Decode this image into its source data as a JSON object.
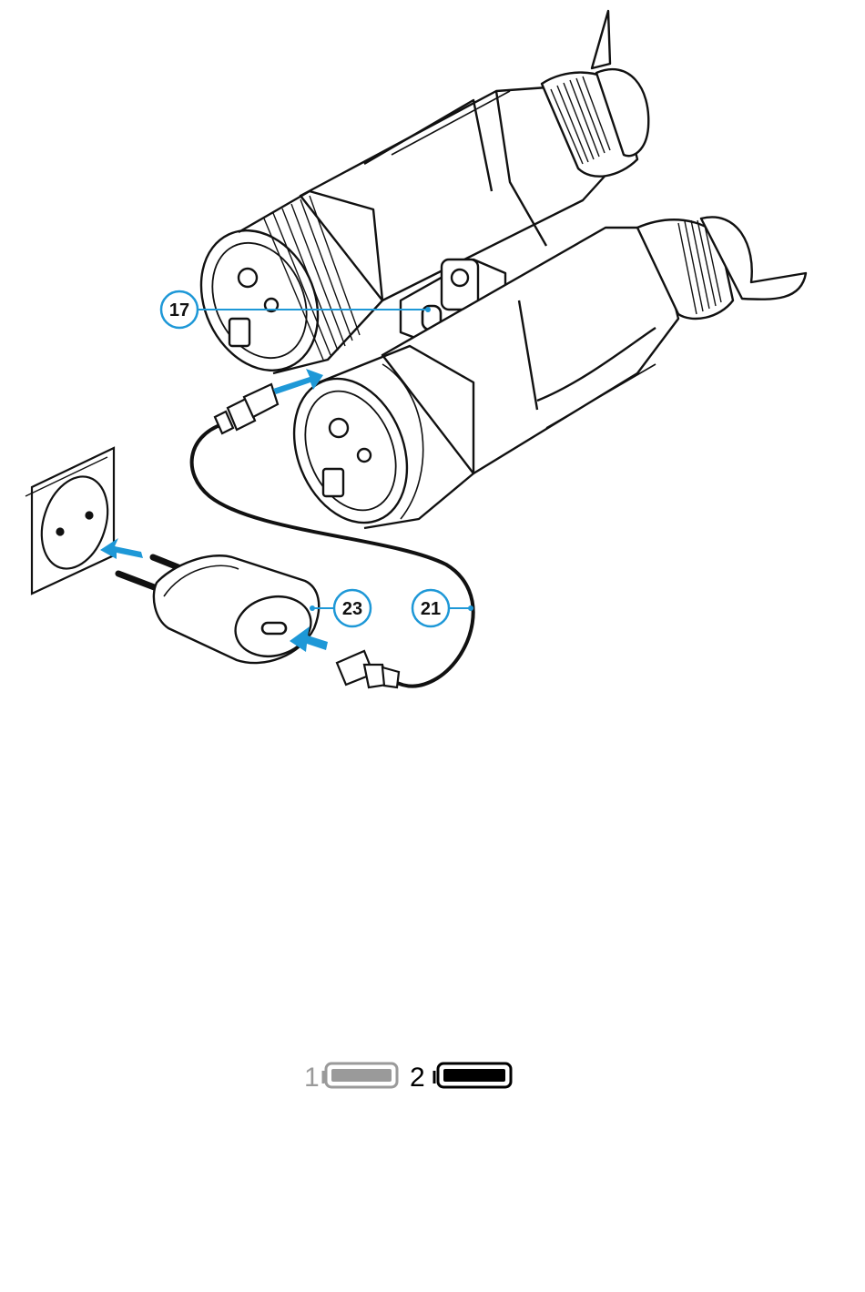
{
  "colors": {
    "line": "#111111",
    "accent": "#1e98d7",
    "arrow": "#1e98d7",
    "battery_low": "#9a9a9a",
    "battery_full": "#000000"
  },
  "callouts": [
    {
      "label": "17",
      "target": "usb-port"
    },
    {
      "label": "23",
      "target": "power-adapter"
    },
    {
      "label": "21",
      "target": "usb-cable"
    }
  ],
  "battery_indicator": [
    {
      "label": "1",
      "state": "charging",
      "color": "#9a9a9a"
    },
    {
      "label": "2",
      "state": "charged",
      "color": "#000000"
    }
  ],
  "icons": [
    "binoculars-illustration",
    "wall-socket",
    "power-adapter",
    "usb-cable",
    "insert-arrow"
  ]
}
